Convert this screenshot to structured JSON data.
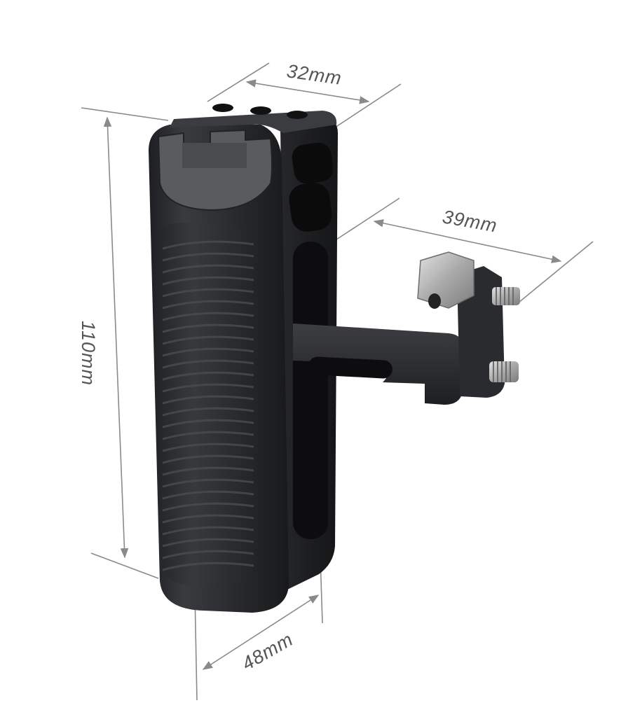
{
  "dimensions": {
    "width_top": "32mm",
    "arm_length": "39mm",
    "height": "110mm",
    "depth_bottom": "48mm"
  },
  "colors": {
    "dimension_lines": "#8a8a8a",
    "dimension_text": "#555555",
    "handle_body": "#2b2c2f",
    "screw_metal": "#b9b9b9",
    "background": "#ffffff"
  }
}
